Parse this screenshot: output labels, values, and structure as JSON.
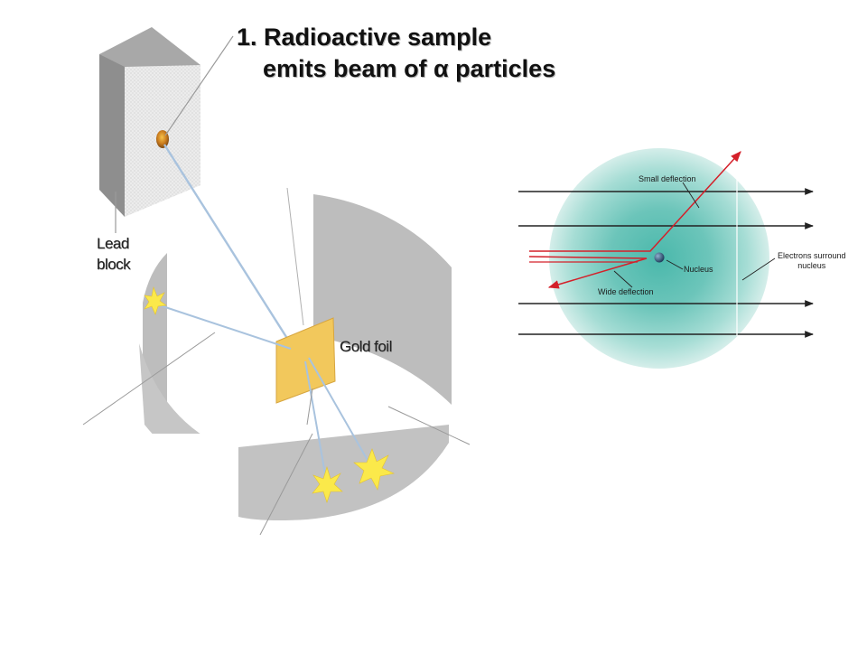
{
  "heading": {
    "line1": "1. Radioactive sample",
    "line2": "emits beam of α particles"
  },
  "labels": {
    "lead_block_line1": "Lead",
    "lead_block_line2": "block",
    "gold_foil": "Gold foil",
    "small_deflection": "Small deflection",
    "nucleus": "Nucleus",
    "wide_deflection": "Wide deflection",
    "electrons_line1": "Electrons surround",
    "electrons_line2": "nucleus"
  },
  "colors": {
    "beam": "#a9c3de",
    "deflected_path": "#d4202a",
    "atom_cloud": "#5fc1b6",
    "screen": "#c8c8c8",
    "gold_foil": "#f2c85c",
    "flash": "#fbe94a",
    "arrow": "#222222"
  }
}
